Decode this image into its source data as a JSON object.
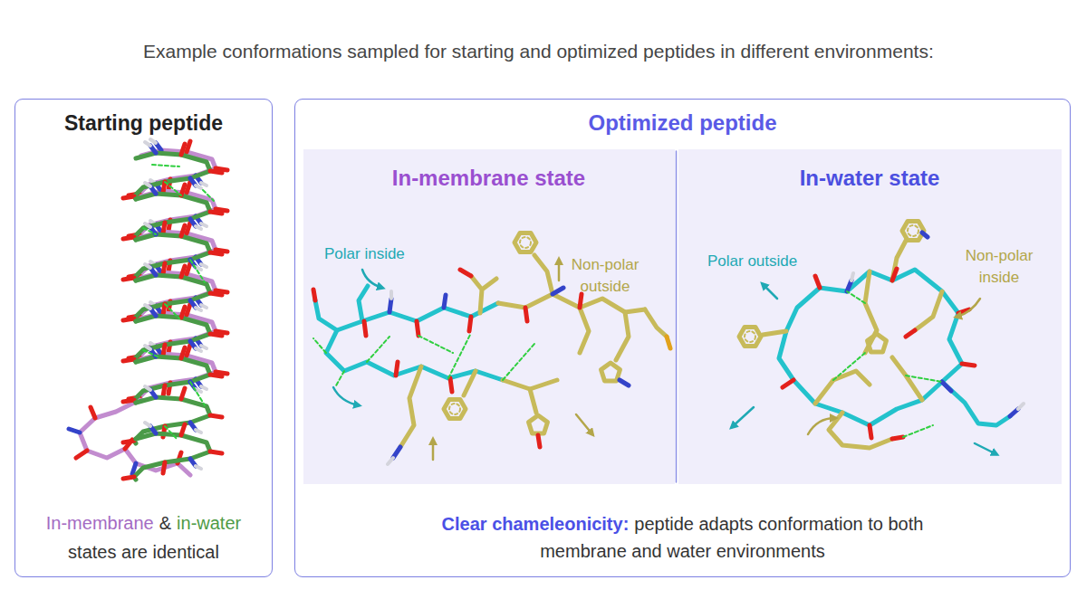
{
  "diagram": {
    "title": "Example conformations sampled for starting and optimized peptides in different environments:",
    "nodes": [
      {
        "text": [
          "Starting peptide",
          "In-membrane",
          "&",
          "in-water",
          "states are identical"
        ]
      },
      {
        "text": [
          "Optimized peptide",
          "Clear chameleonicity:",
          "peptide adapts conformation to both membrane and water environments"
        ]
      },
      {
        "text": [
          "In-membrane state"
        ],
        "in": 1
      },
      {
        "text": [
          "In-water state"
        ],
        "in": 1
      }
    ],
    "labels": [
      "Polar inside",
      "Non-polar outside",
      "Polar outside",
      "Non-polar inside"
    ]
  }
}
